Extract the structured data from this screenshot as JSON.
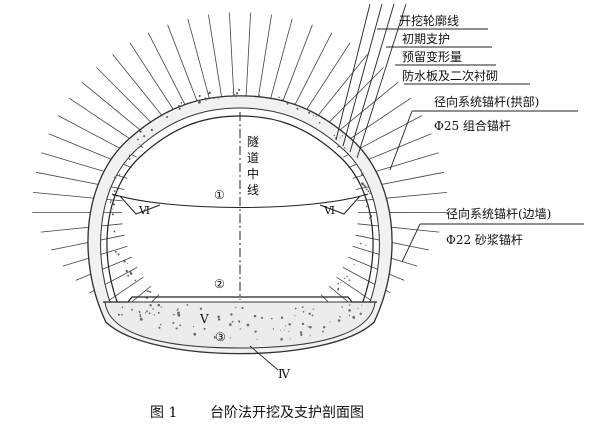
{
  "callouts": {
    "excavation_outline": "开挖轮廓线",
    "primary_support": "初期支护",
    "reserved_deformation": "预留变形量",
    "waterproof_lining": "防水板及二次衬砌",
    "radial_bolt_arch": "径向系统锚杆(拱部)",
    "bolt_arch_spec": "Φ25 组合锚杆",
    "radial_bolt_wall": "径向系统锚杆(边墙)",
    "bolt_wall_spec": "Φ22 砂浆锚杆"
  },
  "centerline_label": [
    "隧",
    "道",
    "中",
    "线"
  ],
  "zones": {
    "z1": "①",
    "z2": "②",
    "z3": "③",
    "z4": "Ⅳ",
    "z5": "Ⅴ",
    "z6_left": "Ⅵ",
    "z6_right": "Ⅵ"
  },
  "caption": {
    "figure": "图 1",
    "title": "台阶法开挖及支护剖面图"
  }
}
